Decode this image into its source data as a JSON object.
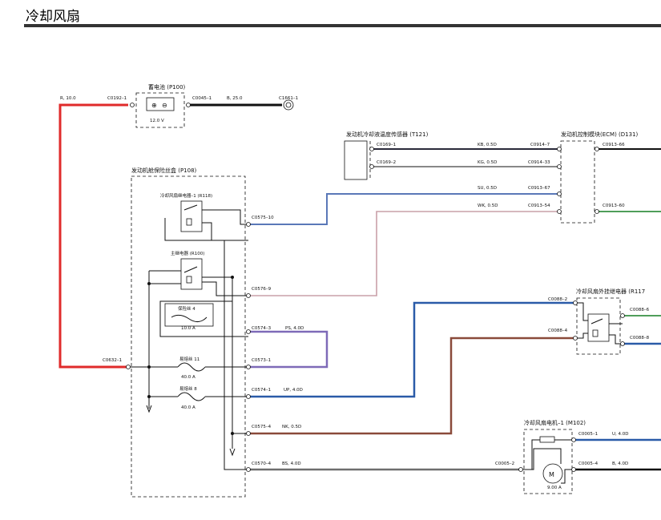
{
  "title": "冷却风扇",
  "components": {
    "battery": "蓄电池 (P100)",
    "battery_voltage": "12.0 V",
    "fusebox": "发动机舱保险丝盒 (P108)",
    "fan_relay_1": "冷却风扇继电器–1 (R118)",
    "main_relay": "主继电器 (R100)",
    "fuse4": "保险丝 4",
    "fuse4_rating": "10.0 A",
    "fuse11": "易熔丝 11",
    "fuse11_rating": "40.0 A",
    "fuse8": "易熔丝 8",
    "fuse8_rating": "40.0 A",
    "sensor": "发动机冷却液温度传感器 (T121)",
    "ecm": "发动机控制模块(ECM) (D131)",
    "ext_relay": "冷却风扇外挂继电器 (R117",
    "fan_motor": "冷却风扇电机–1 (M102)",
    "motor_rating": "9.00 A"
  },
  "connectors": {
    "c0192_1": "C0192–1",
    "c0045_1": "C0045–1",
    "c1661_1": "C1661–1",
    "c0632_1": "C0632–1",
    "c0575_10": "C0575–10",
    "c0576_9": "C0576–9",
    "c0574_3": "C0574–3",
    "c0573_1": "C0573–1",
    "c0574_1": "C0574–1",
    "c0575_4": "C0575–4",
    "c0570_4": "C0570–4",
    "c0169_1": "C0169–1",
    "c0169_2": "C0169–2",
    "c0914_7": "C0914–7",
    "c0914_33": "C0914–33",
    "c0913_67": "C0913–67",
    "c0913_54": "C0913–54",
    "c0913_66": "C0913–66",
    "c0913_60": "C0913–60",
    "c0088_2": "C0088–2",
    "c0088_4": "C0088–4",
    "c0088_6": "C0088–6",
    "c0088_8": "C0088–8",
    "c0005_1": "C0005–1",
    "c0005_2": "C0005–2",
    "c0005_4": "C0005–4"
  },
  "wires": {
    "r": "R, 10.0",
    "b": "B, 25.0",
    "kb": "KB, 0.5D",
    "kg": "KG, 0.5D",
    "su": "SU, 0.5D",
    "wk": "WK, 0.5D",
    "ps": "PS, 4.0D",
    "up": "UP, 4.0D",
    "nk": "NK, 0.5D",
    "bs": "BS, 4.0D",
    "u": "U, 4.0D",
    "b4": "B, 4.0D"
  },
  "wire_colors": {
    "red": "#e02b2b",
    "black": "#111111",
    "blue": "#2a5ba8",
    "purple": "#7e6ab8",
    "brown": "#8a4a3a",
    "gray": "#6e6e6e",
    "pink": "#c9a0a8",
    "green": "#4f9e5a"
  }
}
